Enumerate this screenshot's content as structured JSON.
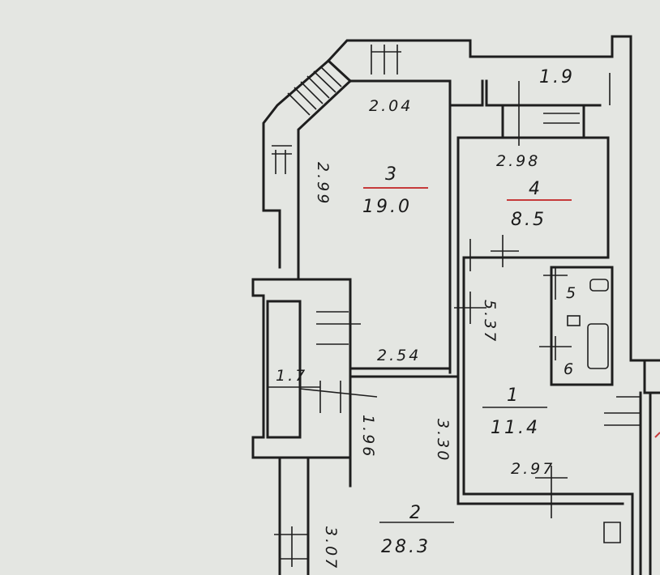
{
  "colors": {
    "paper": "#e4e6e2",
    "ink": "#1e1e1e",
    "room_number_underline": "#c63a3a"
  },
  "rooms": {
    "r1": {
      "number": "1",
      "area": "11.4"
    },
    "r2": {
      "number": "2",
      "area": "28.3"
    },
    "r3": {
      "number": "3",
      "area": "19.0"
    },
    "r4": {
      "number": "4",
      "area": "8.5"
    },
    "r5": {
      "number": "5"
    },
    "r6": {
      "number": "6"
    },
    "loggia_top": {
      "area": "1.9"
    },
    "balcony_left": {
      "area": "1.7"
    }
  },
  "dimensions": {
    "d_2_04": "2.04",
    "d_2_99": "2.99",
    "d_2_98": "2.98",
    "d_2_54": "2.54",
    "d_5_37": "5.37",
    "d_1_96": "1.96",
    "d_3_30": "3.30",
    "d_2_97": "2.97",
    "d_3_07": "3.07"
  }
}
